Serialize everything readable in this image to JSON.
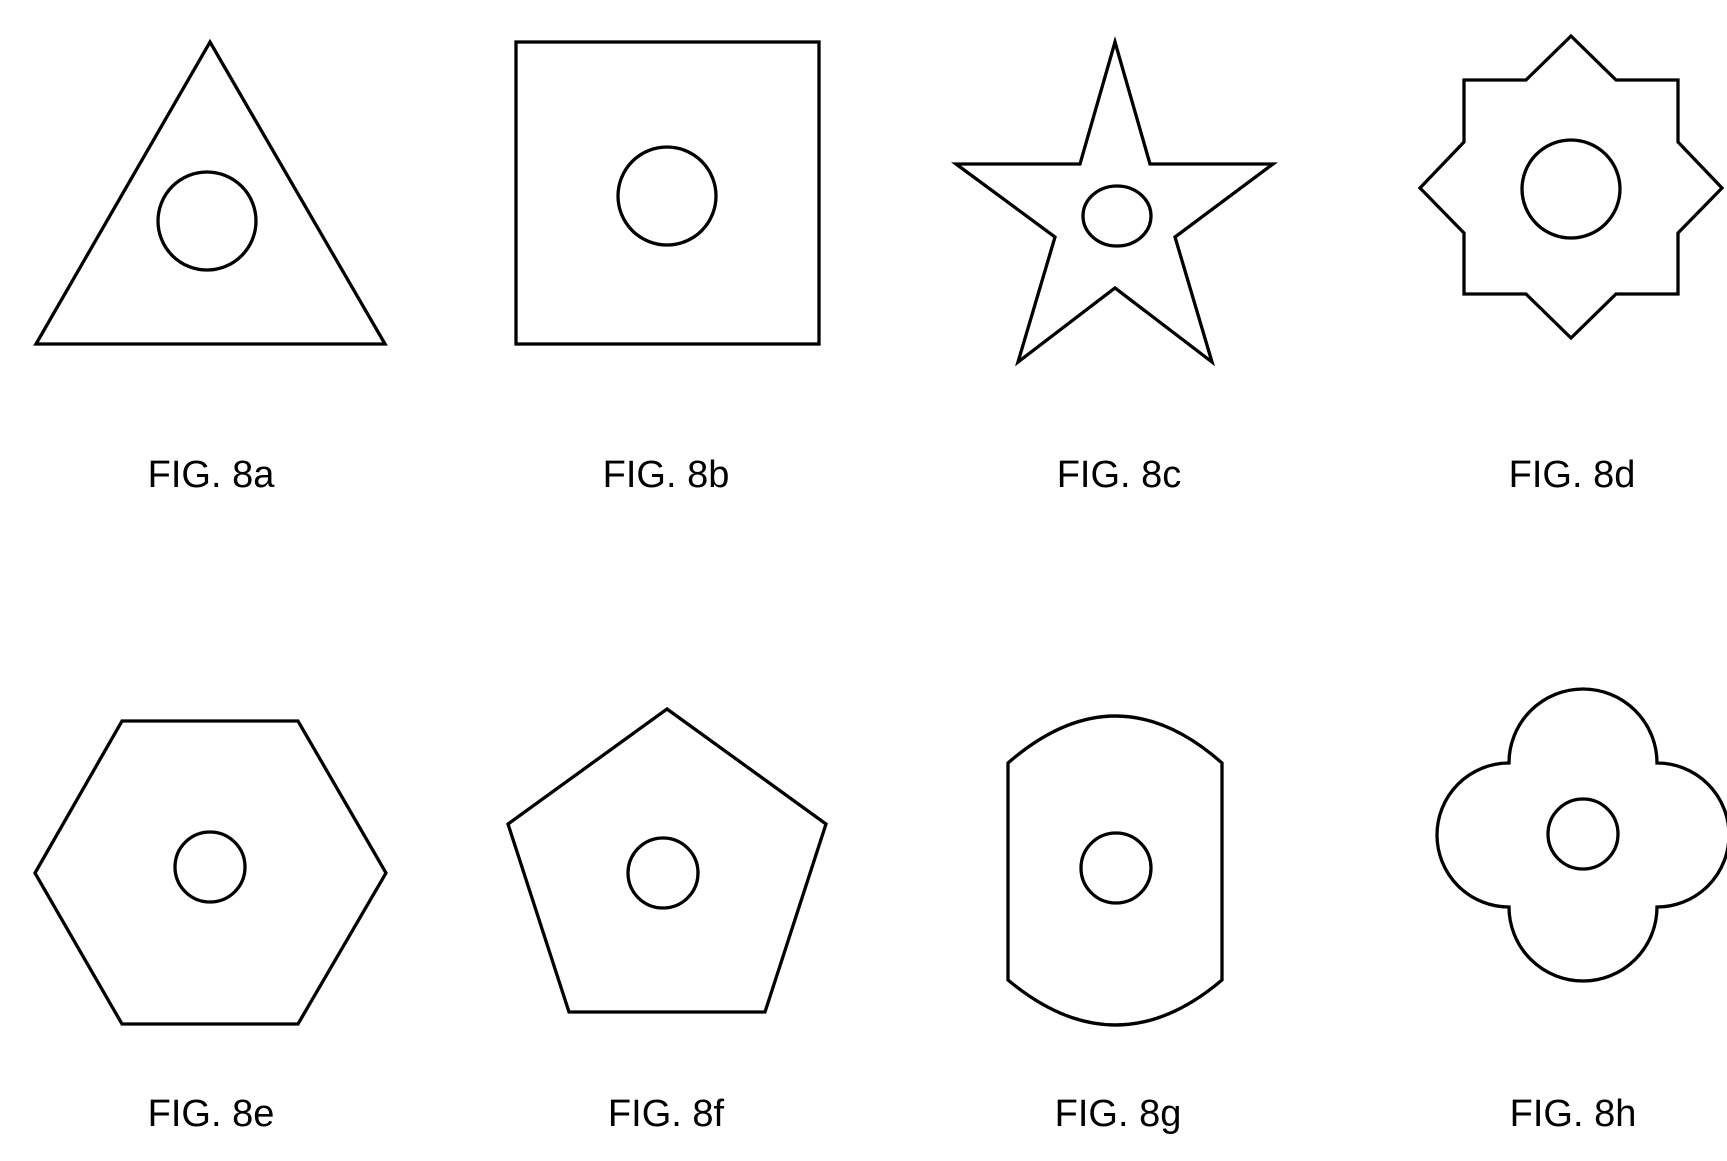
{
  "figures": [
    {
      "caption": "FIG. 8a"
    },
    {
      "caption": "FIG. 8b"
    },
    {
      "caption": "FIG. 8c"
    },
    {
      "caption": "FIG. 8d"
    },
    {
      "caption": "FIG. 8e"
    },
    {
      "caption": "FIG. 8f"
    },
    {
      "caption": "FIG. 8g"
    },
    {
      "caption": "FIG. 8h"
    }
  ]
}
